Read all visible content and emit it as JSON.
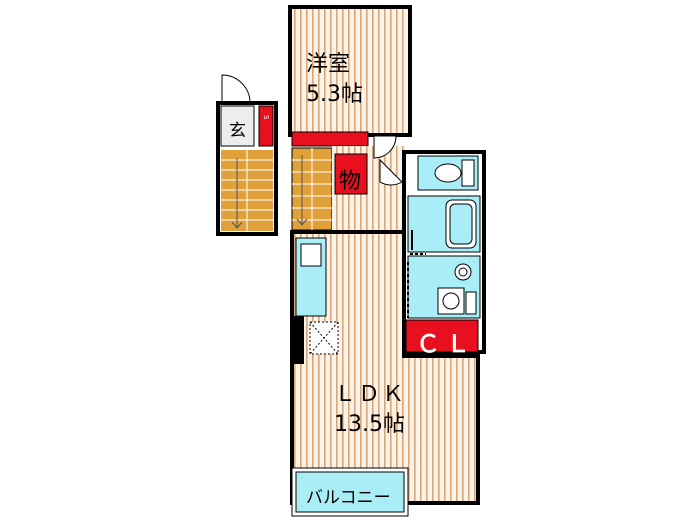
{
  "rooms": {
    "western": {
      "name": "洋室",
      "size": "5.3帖"
    },
    "ldk": {
      "name": "ＬＤＫ",
      "size": "13.5帖"
    }
  },
  "labels": {
    "storage": "物",
    "closet": "ＣＬ",
    "entrance": "玄",
    "shoe_box": "S",
    "balcony": "バルコニー"
  },
  "colors": {
    "floor_stripe": "#d9a77a",
    "floor_base": "#fbf3e8",
    "wet_area": "#a9eef6",
    "accent_red": "#e8101e",
    "wall": "#000000",
    "stairs": "#e0a13a"
  }
}
